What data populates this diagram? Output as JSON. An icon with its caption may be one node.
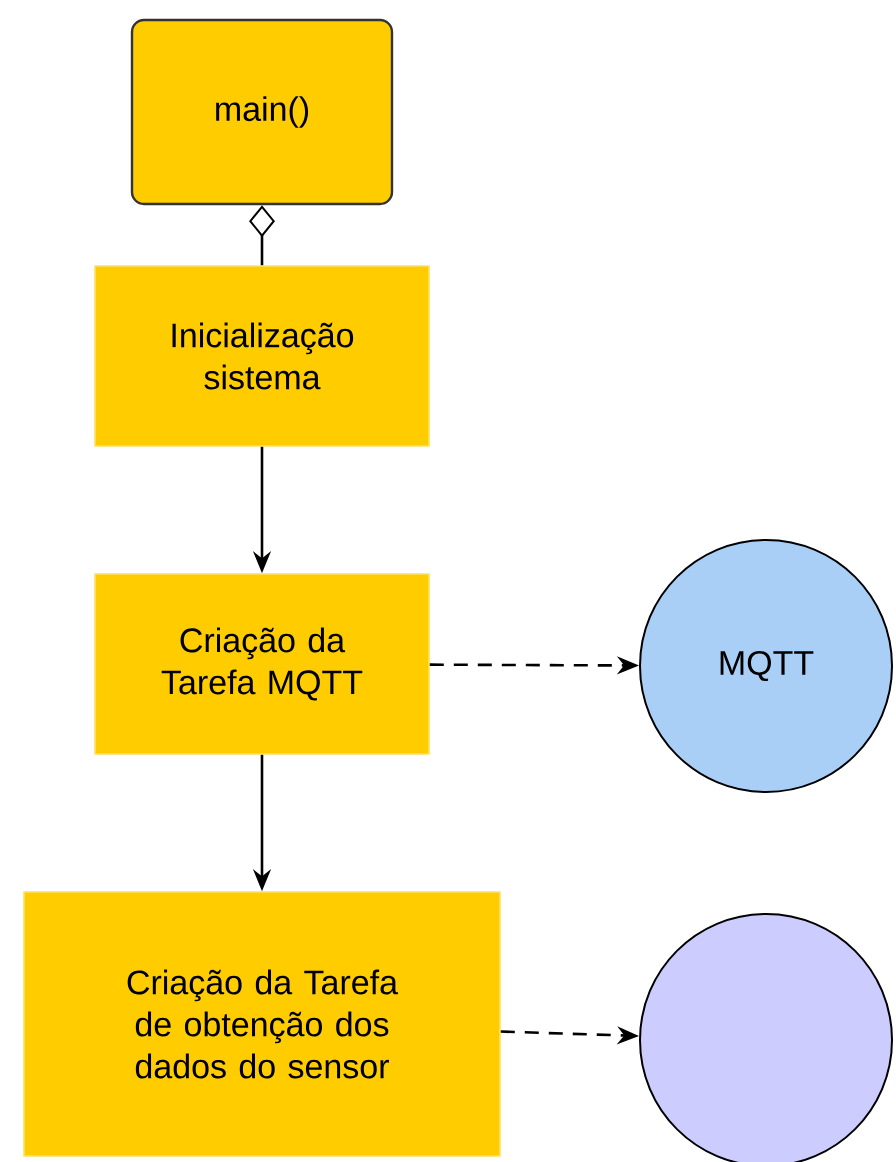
{
  "diagram": {
    "nodes": [
      {
        "text": [
          "main()"
        ]
      },
      {
        "text": [
          "Inicialização sistema"
        ]
      },
      {
        "text": [
          "Criação da Tarefa MQTT"
        ]
      },
      {
        "text": [
          "MQTT"
        ]
      },
      {
        "text": [
          "Criação da Tarefa de obtenção dos dados do sensor"
        ]
      },
      {
        "text": [],
        "shape": "circle"
      }
    ],
    "edges": [
      {
        "from": 0,
        "to": 1,
        "arrow": "other"
      },
      {
        "from": 1,
        "to": 2,
        "arrow": "to"
      },
      {
        "from": 2,
        "to": 3,
        "arrow": "to",
        "style": "dashed"
      },
      {
        "from": 2,
        "to": 4,
        "arrow": "to"
      },
      {
        "from": 4,
        "to": 5,
        "arrow": "to",
        "style": "dashed"
      }
    ]
  }
}
